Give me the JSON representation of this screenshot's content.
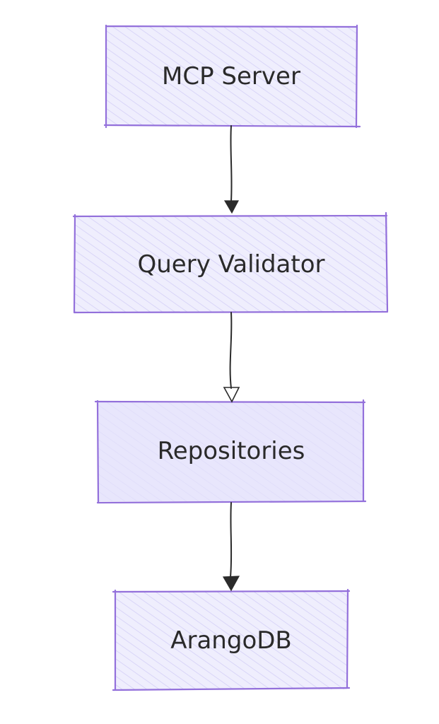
{
  "diagram": {
    "type": "flowchart",
    "direction": "top-to-bottom",
    "colors": {
      "node_fill": "#ecebfd",
      "node_hatch": "#d6d2f7",
      "node_border": "#9370db",
      "edge": "#2b2b2b",
      "text": "#2a2a2a"
    },
    "nodes": [
      {
        "id": "mcp_server",
        "label": "MCP Server"
      },
      {
        "id": "query_validator",
        "label": "Query Validator"
      },
      {
        "id": "repositories",
        "label": "Repositories"
      },
      {
        "id": "arangodb",
        "label": "ArangoDB"
      }
    ],
    "edges": [
      {
        "from": "mcp_server",
        "to": "query_validator"
      },
      {
        "from": "query_validator",
        "to": "repositories"
      },
      {
        "from": "repositories",
        "to": "arangodb"
      }
    ]
  }
}
